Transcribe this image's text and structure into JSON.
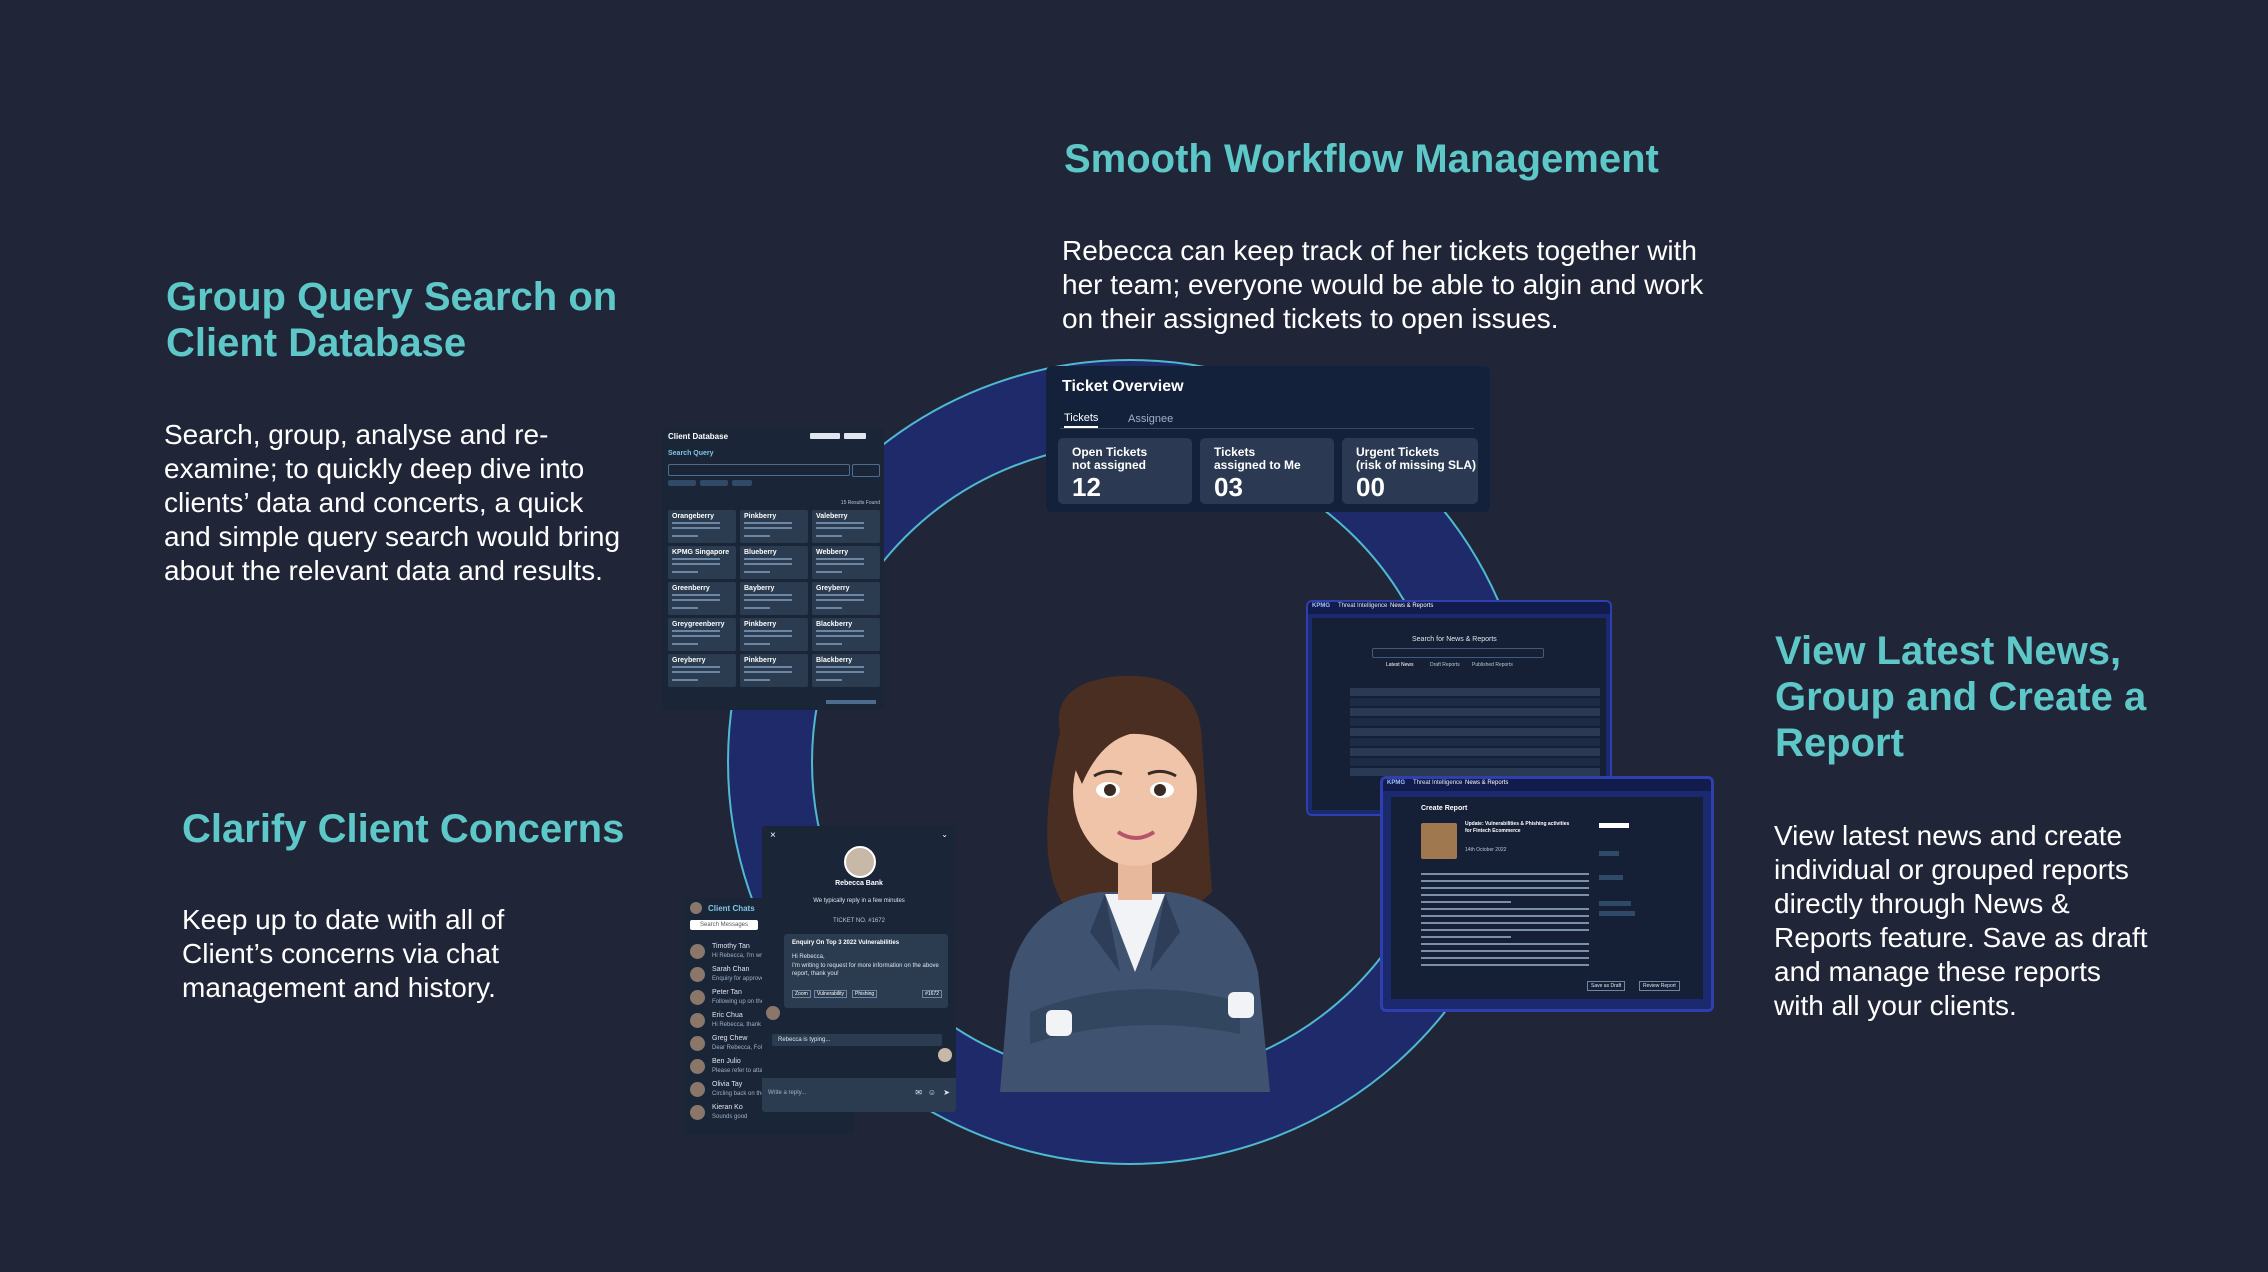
{
  "sections": {
    "workflow": {
      "title": "Smooth Workflow Management",
      "body": "Rebecca can keep track of her tickets together with her team; everyone would be able to algin and work on their assigned tickets to open issues."
    },
    "group_query": {
      "title_line1": "Group Query Search on",
      "title_line2": "Client Database",
      "body": "Search, group, analyse and re-examine; to quickly deep dive into clients’ data and concerts, a quick and simple query search would bring about the relevant data and results."
    },
    "clarify": {
      "title": "Clarify Client Concerns",
      "body": "Keep up to date with all of Client’s concerns via chat management and history."
    },
    "news": {
      "title_line1": "View Latest News,",
      "title_line2": "Group and Create a",
      "title_line3": "Report",
      "body": "View latest news and create individual or grouped reports directly through News & Reports feature. Save as draft and manage these reports with all your clients."
    }
  },
  "ticket_overview": {
    "title": "Ticket Overview",
    "tabs": [
      "Tickets",
      "Assignee"
    ],
    "cards": [
      {
        "label_line1": "Open Tickets",
        "label_line2": "not assigned",
        "value": "12"
      },
      {
        "label_line1": "Tickets",
        "label_line2": "assigned to Me",
        "value": "03"
      },
      {
        "label_line1": "Urgent Tickets",
        "label_line2": "(risk of missing SLA)",
        "value": "00"
      }
    ]
  },
  "client_database": {
    "title": "Client Database",
    "search_label": "Search Query",
    "results": "15 Results Found",
    "clients": [
      "Orangeberry",
      "Pinkberry",
      "Valeberry",
      "KPMG Singapore",
      "Blueberry",
      "Webberry",
      "Greenberry",
      "Bayberry",
      "Greyberry",
      "Greygreenberry",
      "Pinkberry",
      "Blackberry",
      "Greyberry",
      "Pinkberry",
      "Blackberry"
    ]
  },
  "chat": {
    "agent_name": "Rebecca Bank",
    "reply_note": "We typically reply in a few minutes",
    "ticket_no": "TICKET NO. #1672",
    "message_title": "Enquiry On Top 3 2022 Vulnerabilities",
    "message_greeting": "Hi Rebecca,",
    "message_body": "I'm writing to request for more information on the above report, thank you!",
    "tags": [
      "Zoom",
      "Vulnerability",
      "Phishing"
    ],
    "ticket_tag": "#1672",
    "typing": "Rebecca is typing...",
    "reply_placeholder": "Write a reply...",
    "list_title": "Client Chats",
    "search_placeholder": "Search Messages",
    "contacts": [
      {
        "name": "Timothy Tan",
        "preview": "Hi Rebecca, I'm writing..."
      },
      {
        "name": "Sarah Chan",
        "preview": "Enquiry for approved on..."
      },
      {
        "name": "Peter Tan",
        "preview": "Following up on the fina..."
      },
      {
        "name": "Eric Chua",
        "preview": "Hi Rebecca, thank for ..."
      },
      {
        "name": "Greg Chew",
        "preview": "Dear Rebecca, Followi..."
      },
      {
        "name": "Ben Julio",
        "preview": "Please refer to attached..."
      },
      {
        "name": "Olivia Tay",
        "preview": "Circling back on the update"
      },
      {
        "name": "Kieran Ko",
        "preview": "Sounds good"
      }
    ]
  },
  "news": {
    "brand": "KPMG",
    "nav": [
      "Threat Intelligence",
      "News & Reports"
    ],
    "search_title": "Search for News & Reports",
    "tabs": [
      "Latest News",
      "Draft Reports",
      "Published Reports"
    ],
    "report_title": "Create Report",
    "report_heading": "Update: Vulnerabilities & Phishing activities for Fintech Ecommerce",
    "report_date": "14th October 2022",
    "btn_draft": "Save as Draft",
    "btn_review": "Review Report"
  },
  "colors": {
    "background": "#212538",
    "accent": "#5ec8c8",
    "ring": "#1f2b6b",
    "panel": "#14213a"
  }
}
